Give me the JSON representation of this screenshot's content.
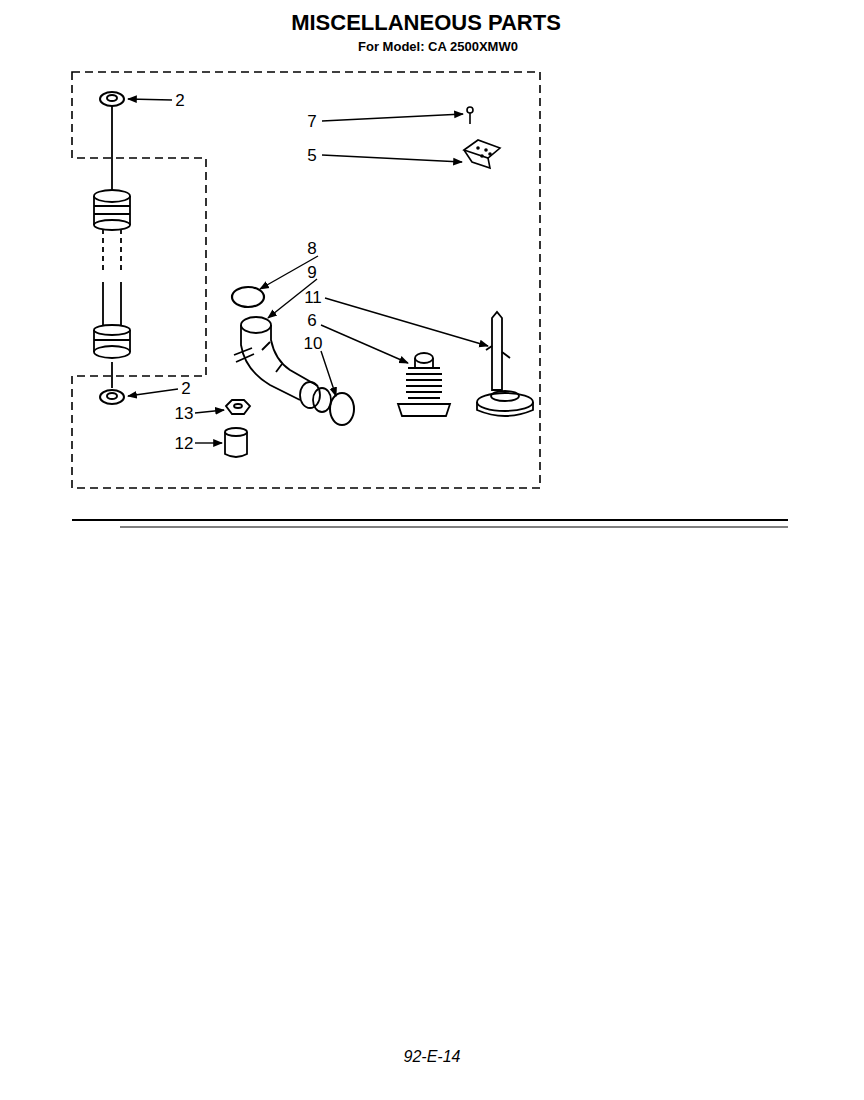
{
  "diagram": {
    "title": "MISCELLANEOUS PARTS",
    "labels": [
      "For Model: CA 2500XMW0",
      "2",
      "7",
      "5",
      "8",
      "9",
      "11",
      "6",
      "10",
      "2",
      "13",
      "12",
      "92-E-14"
    ]
  }
}
